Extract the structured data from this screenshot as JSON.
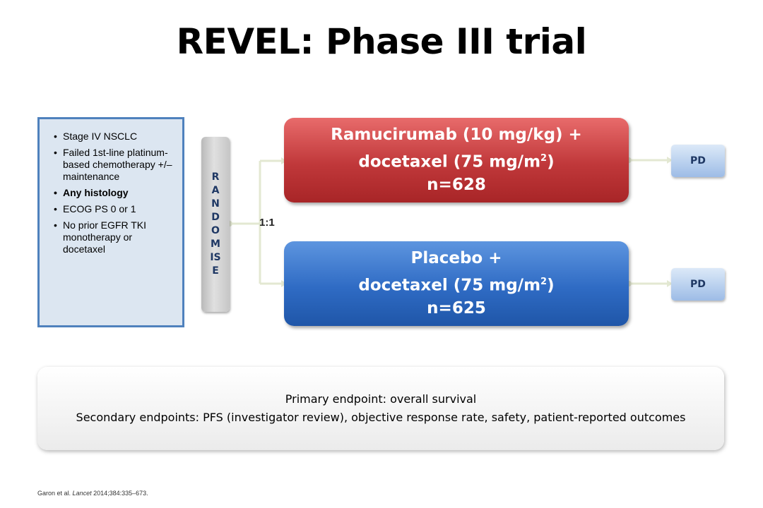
{
  "title": "REVEL: Phase III trial",
  "criteria": [
    {
      "text": "Stage IV NSCLC",
      "bold": false
    },
    {
      "text": "Failed 1st-line platinum-based chemotherapy +/– maintenance",
      "bold": false
    },
    {
      "text": "Any histology",
      "bold": true
    },
    {
      "text": "ECOG PS 0 or 1",
      "bold": false
    },
    {
      "text": "No prior EGFR TKI monotherapy or docetaxel",
      "bold": false
    }
  ],
  "randomise_letters": [
    "R",
    "A",
    "N",
    "D",
    "O",
    "M",
    "IS",
    "E"
  ],
  "ratio": "1:1",
  "arms": [
    {
      "line1": "Ramucirumab (10 mg/kg) +",
      "line2": "docetaxel (75 mg/m",
      "sup": "2",
      "line2_end": ")",
      "n": "n=628"
    },
    {
      "line1": "Placebo +",
      "line2": "docetaxel (75 mg/m",
      "sup": "2",
      "line2_end": ")",
      "n": "n=625"
    }
  ],
  "outcome_label": "PD",
  "endpoints": {
    "primary": "Primary endpoint: overall survival",
    "secondary": "Secondary endpoints: PFS (investigator review), objective response rate, safety, patient-reported outcomes"
  },
  "citation": {
    "authors": "Garon et al.",
    "journal": "Lancet",
    "details": "2014;384:335–673."
  },
  "colors": {
    "red_arm": "#c0383a",
    "blue_arm": "#2f6bc4",
    "criteria_border": "#4f81bd",
    "connector": "#e6ebd8"
  }
}
